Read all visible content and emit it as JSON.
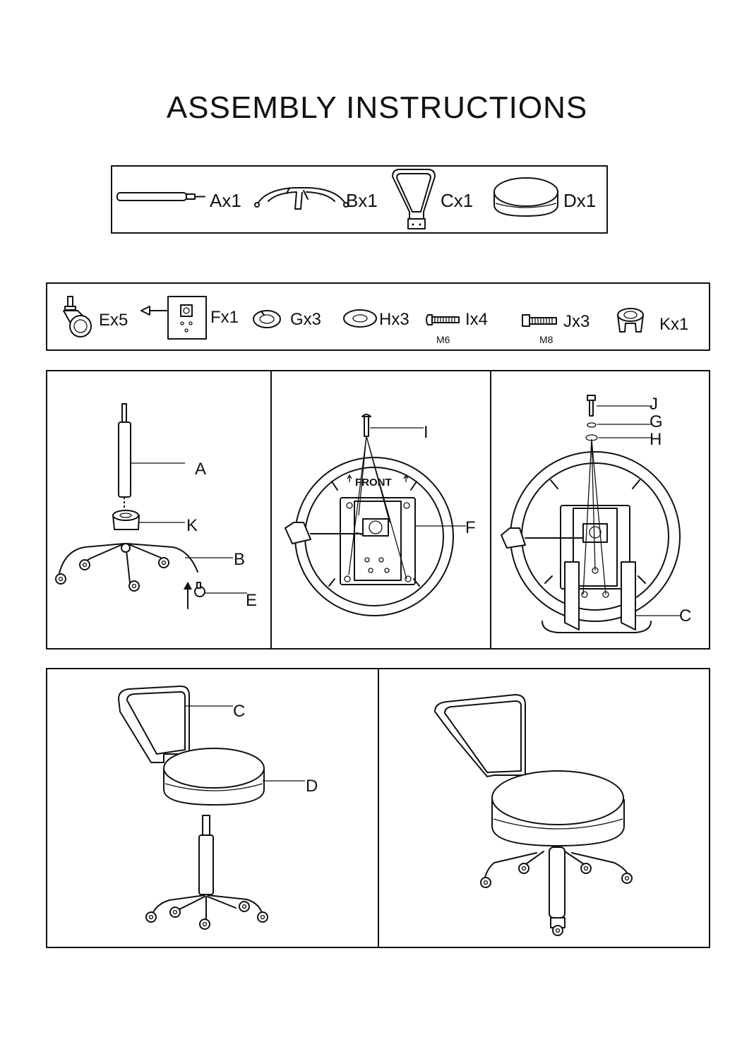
{
  "title": "ASSEMBLY INSTRUCTIONS",
  "parts_row_1": [
    {
      "code": "Ax1",
      "icon": "gas-lift-icon"
    },
    {
      "code": "Bx1",
      "icon": "star-base-icon"
    },
    {
      "code": "Cx1",
      "icon": "backrest-frame-icon"
    },
    {
      "code": "Dx1",
      "icon": "seat-cushion-icon"
    }
  ],
  "parts_row_2": [
    {
      "code": "Ex5",
      "icon": "caster-icon"
    },
    {
      "code": "Fx1",
      "icon": "tilt-mechanism-icon"
    },
    {
      "code": "Gx3",
      "icon": "spring-washer-icon"
    },
    {
      "code": "Hx3",
      "icon": "flat-washer-icon"
    },
    {
      "code": "Ix4",
      "size": "M6",
      "icon": "bolt-m6-icon"
    },
    {
      "code": "Jx3",
      "size": "M8",
      "icon": "bolt-m8-icon"
    },
    {
      "code": "Kx1",
      "icon": "cylinder-cover-icon"
    }
  ],
  "step1": {
    "labels": [
      "A",
      "K",
      "B",
      "E"
    ]
  },
  "step2": {
    "labels": [
      "I",
      "F"
    ],
    "front_label": "FRONT"
  },
  "step3": {
    "labels": [
      "J",
      "G",
      "H",
      "C"
    ]
  },
  "step4": {
    "labels": [
      "C",
      "D"
    ]
  }
}
